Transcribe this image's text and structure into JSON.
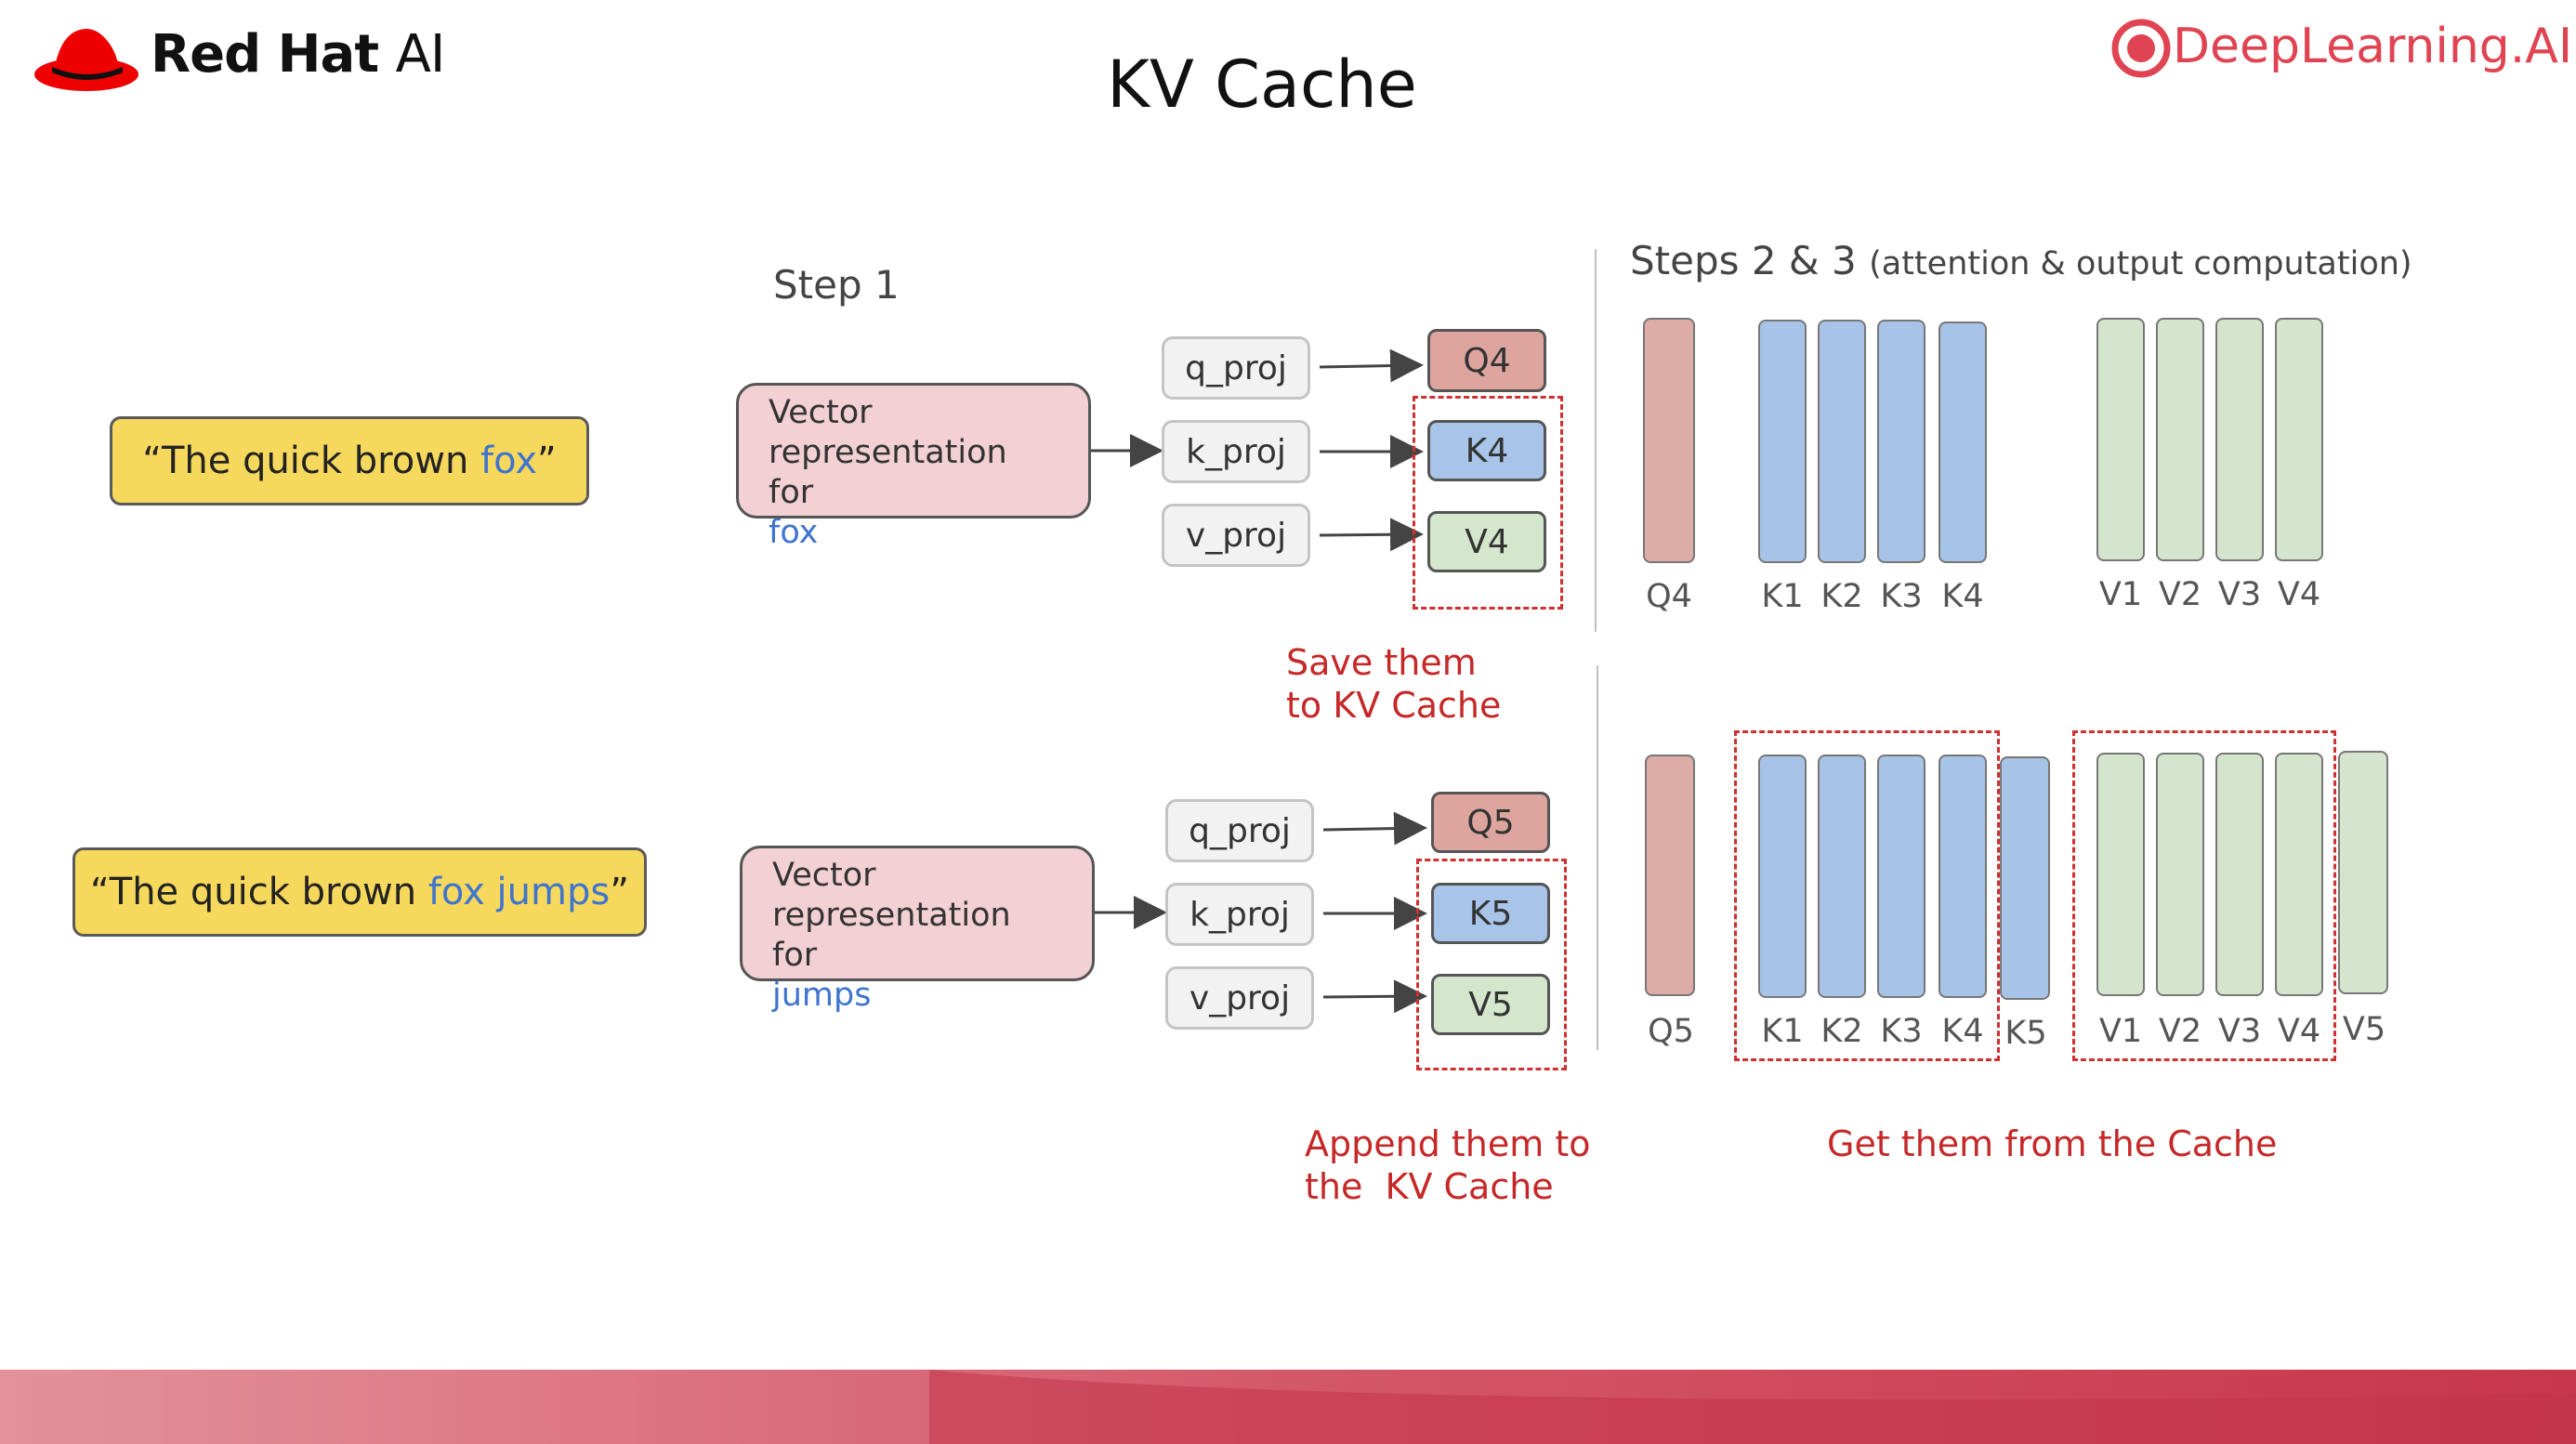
{
  "title": "KV Cache",
  "branding": {
    "left_brand": "Red Hat",
    "left_suffix": "AI",
    "right_brand": "DeepLearning.AI"
  },
  "step1": {
    "label": "Step 1"
  },
  "steps23": {
    "label": "Steps 2 & 3",
    "sublabel": "(attention & output computation)"
  },
  "row1": {
    "sentence_prefix": "“The quick brown ",
    "sentence_highlight": "fox",
    "sentence_suffix": "”",
    "vector_text": "Vector representation  for",
    "vector_token": "fox",
    "proj_q": "q_proj",
    "proj_k": "k_proj",
    "proj_v": "v_proj",
    "out_q": "Q4",
    "out_k": "K4",
    "out_v": "V4",
    "note_line1": "Save them",
    "note_line2": "to KV Cache",
    "bars": {
      "q_labels": [
        "Q4"
      ],
      "k_labels": [
        "K1",
        "K2",
        "K3",
        "K4"
      ],
      "v_labels": [
        "V1",
        "V2",
        "V3",
        "V4"
      ]
    }
  },
  "row2": {
    "sentence_prefix": "“The quick brown ",
    "sentence_highlight": "fox jumps",
    "sentence_suffix": "”",
    "vector_text": "Vector representation  for",
    "vector_token": "jumps",
    "proj_q": "q_proj",
    "proj_k": "k_proj",
    "proj_v": "v_proj",
    "out_q": "Q5",
    "out_k": "K5",
    "out_v": "V5",
    "note_line1": "Append them to",
    "note_line2": "the  KV Cache",
    "cache_note": "Get them from the Cache",
    "bars": {
      "q_labels": [
        "Q5"
      ],
      "k_labels": [
        "K1",
        "K2",
        "K3",
        "K4",
        "K5"
      ],
      "v_labels": [
        "V1",
        "V2",
        "V3",
        "V4",
        "V5"
      ]
    }
  },
  "colors": {
    "query": "#deaca7",
    "key": "#a7c4e8",
    "value": "#d5e5cd",
    "sentence": "#f5d85c",
    "vector": "#f2d0d3",
    "annotation": "#c62828",
    "highlight": "#3f74cf"
  }
}
